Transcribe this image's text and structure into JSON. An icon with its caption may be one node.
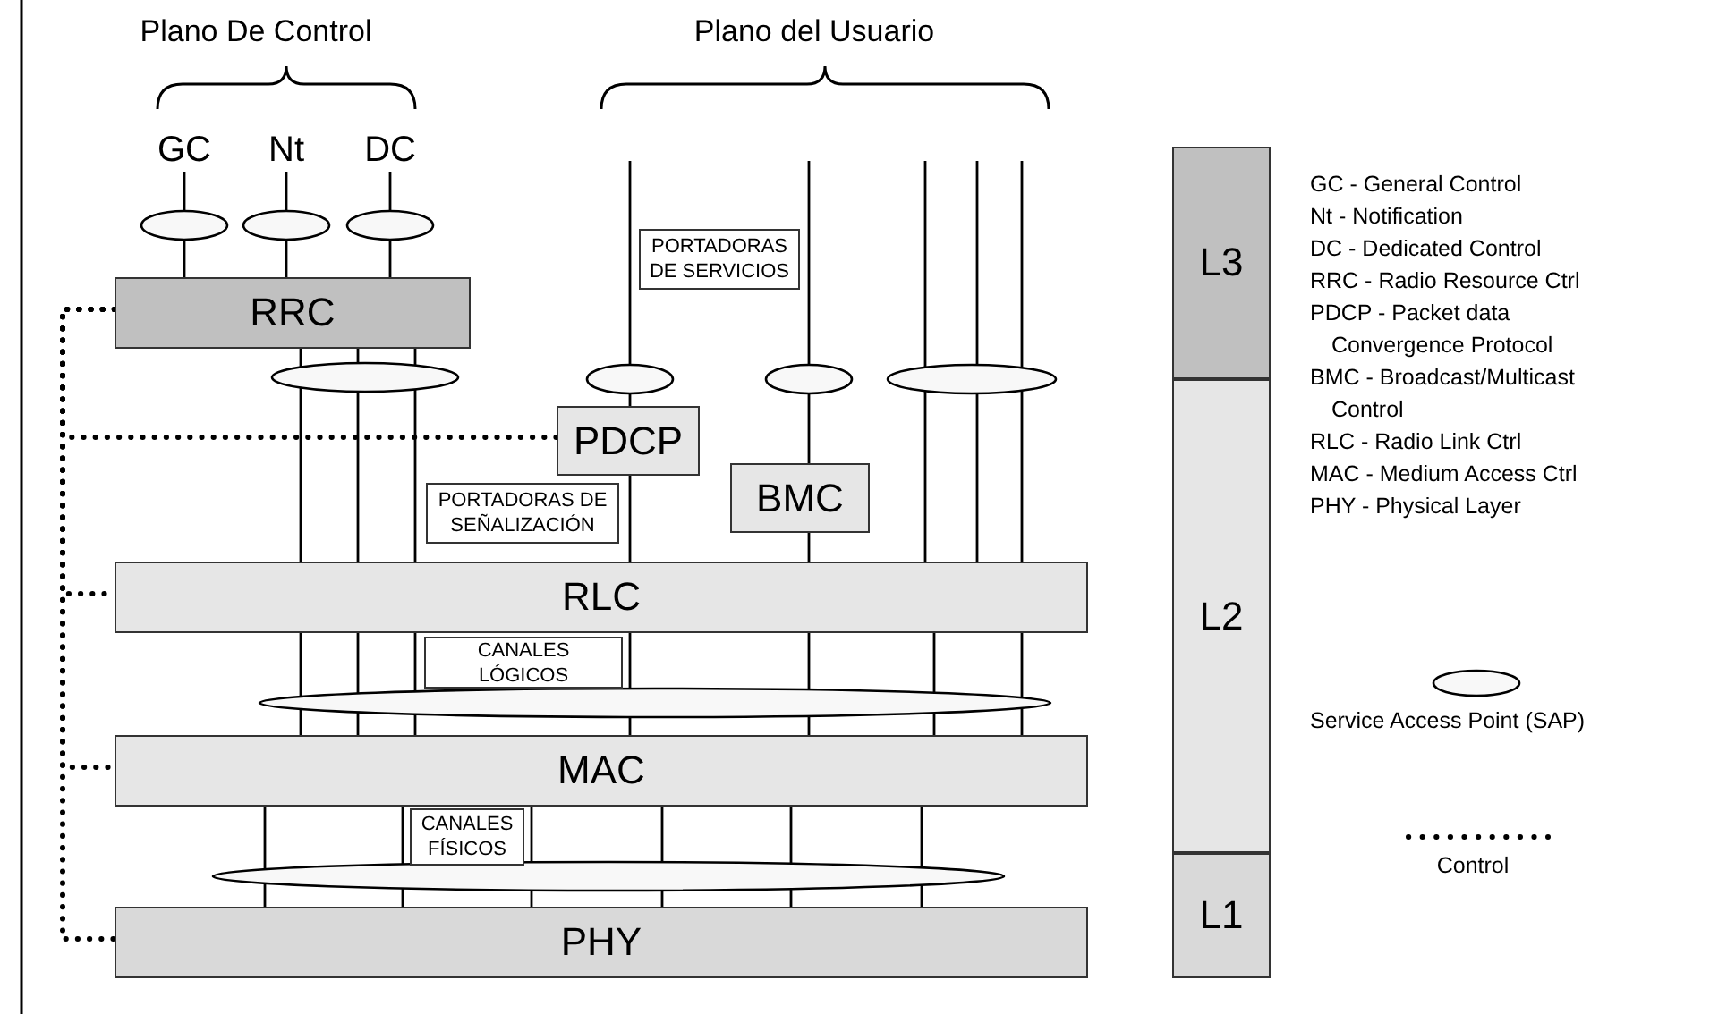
{
  "diagram": {
    "nodes": [
      {
        "text": [
          "GC"
        ]
      },
      {
        "text": [
          "Nt"
        ]
      },
      {
        "text": [
          "DC"
        ]
      },
      {
        "text": [],
        "shape": "ellipse"
      },
      {
        "text": [],
        "shape": "ellipse"
      },
      {
        "text": [],
        "shape": "ellipse"
      },
      {
        "text": [
          "PORTADORAS DE SERVICIOS"
        ]
      },
      {
        "text": [
          "RRC"
        ]
      },
      {
        "text": [],
        "shape": "ellipse"
      },
      {
        "text": [],
        "shape": "ellipse"
      },
      {
        "text": [],
        "shape": "ellipse"
      },
      {
        "text": [],
        "shape": "ellipse"
      },
      {
        "text": [
          "PDCP"
        ]
      },
      {
        "text": [
          "BMC"
        ]
      },
      {
        "text": [
          "PORTADORAS DE SEÑALIZACIÓN"
        ]
      },
      {
        "text": [
          "RLC"
        ]
      },
      {
        "text": [
          "CANALES LÓGICOS"
        ]
      },
      {
        "text": [],
        "shape": "ellipse"
      },
      {
        "text": [
          "MAC"
        ]
      },
      {
        "text": [
          "CANALES FÍSICOS"
        ]
      },
      {
        "text": [],
        "shape": "ellipse"
      },
      {
        "text": [
          "PHY"
        ]
      },
      {
        "text": [
          "L3"
        ]
      },
      {
        "text": [
          "L2"
        ]
      },
      {
        "text": [
          "L1"
        ]
      }
    ],
    "edges": [
      {
        "from": 0,
        "to": 3,
        "arrow": "none"
      },
      {
        "from": 3,
        "to": 7,
        "arrow": "none"
      },
      {
        "from": 1,
        "to": 4,
        "arrow": "none"
      },
      {
        "from": 4,
        "to": 7,
        "arrow": "none"
      },
      {
        "from": 2,
        "to": 5,
        "arrow": "none"
      },
      {
        "from": 5,
        "to": 7,
        "arrow": "none"
      },
      {
        "from": 7,
        "to": 8,
        "arrow": "none"
      },
      {
        "from": 7,
        "to": 8,
        "arrow": "none"
      },
      {
        "from": 7,
        "to": 8,
        "arrow": "none"
      },
      {
        "from": 8,
        "to": 15,
        "arrow": "none"
      },
      {
        "from": 8,
        "to": 15,
        "arrow": "none"
      },
      {
        "from": 8,
        "to": 15,
        "arrow": "none"
      },
      {
        "from": null,
        "to": 9,
        "arrow": "none"
      },
      {
        "from": 9,
        "to": 12,
        "arrow": "none"
      },
      {
        "from": 12,
        "to": 15,
        "arrow": "none"
      },
      {
        "from": null,
        "to": 10,
        "arrow": "none"
      },
      {
        "from": 10,
        "to": 13,
        "arrow": "none"
      },
      {
        "from": 13,
        "to": 15,
        "arrow": "none"
      },
      {
        "from": null,
        "to": 11,
        "arrow": "none"
      },
      {
        "from": null,
        "to": 11,
        "arrow": "none"
      },
      {
        "from": null,
        "to": 11,
        "arrow": "none"
      },
      {
        "from": 11,
        "to": 15,
        "arrow": "none"
      },
      {
        "from": 11,
        "to": 15,
        "arrow": "none"
      },
      {
        "from": 11,
        "to": 15,
        "arrow": "none"
      },
      {
        "from": 15,
        "to": 17,
        "arrow": "none"
      },
      {
        "from": 15,
        "to": 17,
        "arrow": "none"
      },
      {
        "from": 15,
        "to": 17,
        "arrow": "none"
      },
      {
        "from": 15,
        "to": 17,
        "arrow": "none"
      },
      {
        "from": 15,
        "to": 17,
        "arrow": "none"
      },
      {
        "from": 15,
        "to": 17,
        "arrow": "none"
      },
      {
        "from": 15,
        "to": 17,
        "arrow": "none"
      },
      {
        "from": 17,
        "to": 18,
        "arrow": "none"
      },
      {
        "from": 17,
        "to": 18,
        "arrow": "none"
      },
      {
        "from": 17,
        "to": 18,
        "arrow": "none"
      },
      {
        "from": 17,
        "to": 18,
        "arrow": "none"
      },
      {
        "from": 17,
        "to": 18,
        "arrow": "none"
      },
      {
        "from": 17,
        "to": 18,
        "arrow": "none"
      },
      {
        "from": 17,
        "to": 18,
        "arrow": "none"
      },
      {
        "from": 18,
        "to": 20,
        "arrow": "none"
      },
      {
        "from": 18,
        "to": 20,
        "arrow": "none"
      },
      {
        "from": 18,
        "to": 20,
        "arrow": "none"
      },
      {
        "from": 18,
        "to": 20,
        "arrow": "none"
      },
      {
        "from": 18,
        "to": 20,
        "arrow": "none"
      },
      {
        "from": 18,
        "to": 20,
        "arrow": "none"
      },
      {
        "from": 20,
        "to": 21,
        "arrow": "none"
      },
      {
        "from": 20,
        "to": 21,
        "arrow": "none"
      },
      {
        "from": 20,
        "to": 21,
        "arrow": "none"
      },
      {
        "from": 20,
        "to": 21,
        "arrow": "none"
      },
      {
        "from": 20,
        "to": 21,
        "arrow": "none"
      },
      {
        "from": 20,
        "to": 21,
        "arrow": "none"
      },
      {
        "from": 7,
        "to": 12,
        "arrow": "none",
        "style": "dashed"
      },
      {
        "from": 7,
        "to": 15,
        "arrow": "none",
        "style": "dashed"
      },
      {
        "from": 7,
        "to": 18,
        "arrow": "none",
        "style": "dashed"
      },
      {
        "from": 7,
        "to": 21,
        "arrow": "none",
        "style": "dashed"
      }
    ],
    "labels": [
      "Plano De Control",
      "Plano del Usuario",
      "GC - General Control",
      "Nt - Notification",
      "DC - Dedicated Control",
      "RRC - Radio Resource Ctrl",
      "PDCP - Packet data Convergence Protocol",
      "BMC - Broadcast/Multicast Control",
      "RLC - Radio Link Ctrl",
      "MAC - Medium Access Ctrl",
      "PHY - Physical Layer"
    ],
    "legend": [
      {
        "text": "Service Access Point (SAP)"
      },
      {
        "text": "Control"
      }
    ]
  }
}
